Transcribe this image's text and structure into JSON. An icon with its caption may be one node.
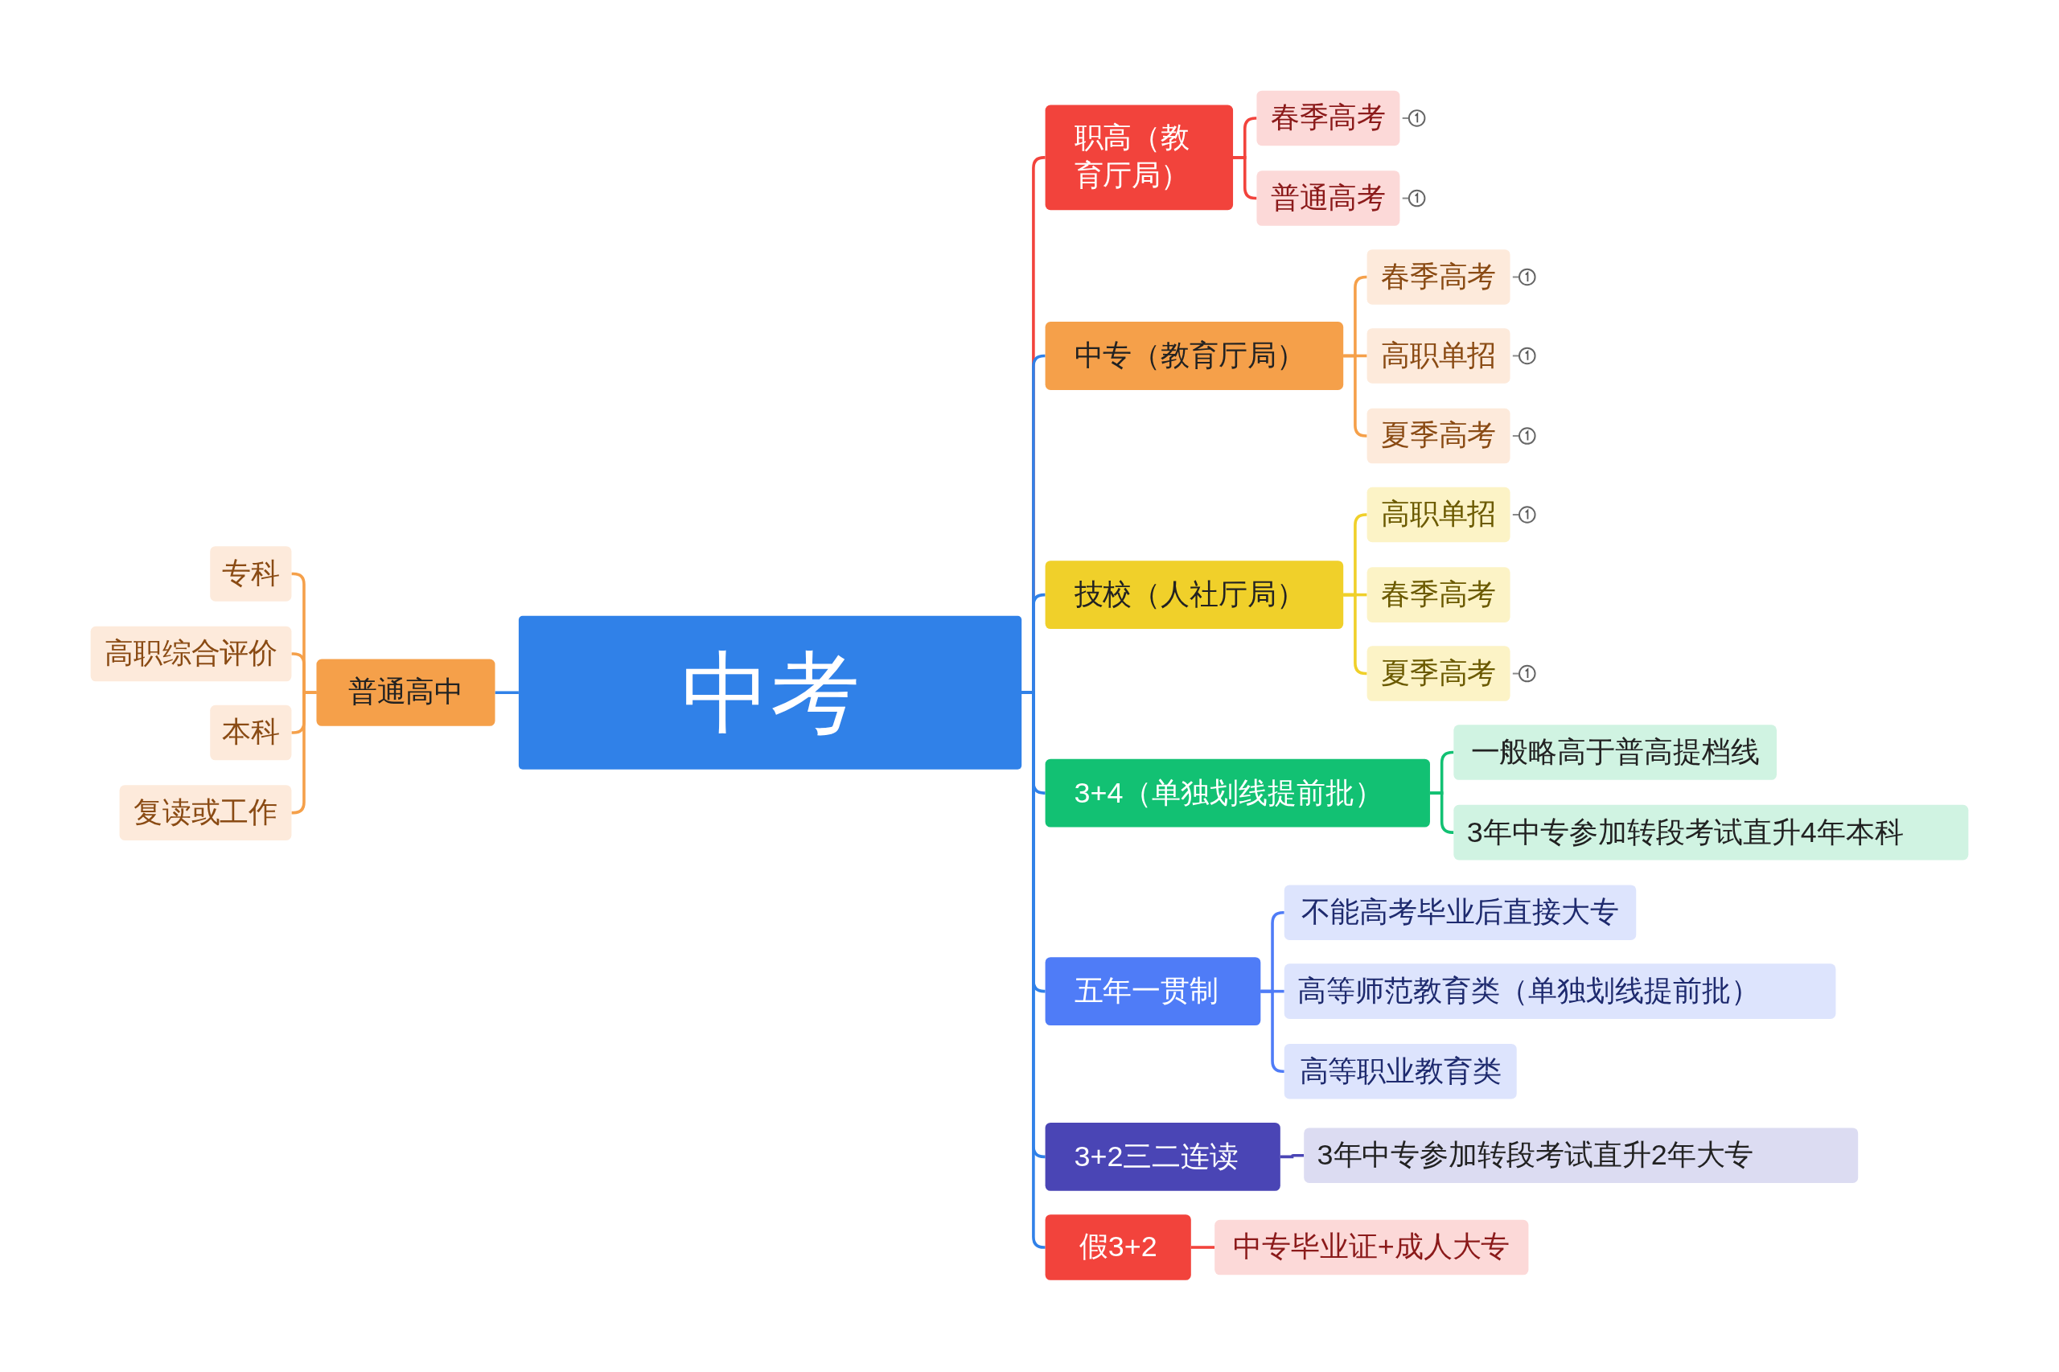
{
  "diagram": {
    "nodes": [
      {
        "text": [
          "中考"
        ]
      },
      {
        "text": [
          "普通高中"
        ]
      },
      {
        "text": [
          "专科"
        ]
      },
      {
        "text": [
          "高职综合评价"
        ]
      },
      {
        "text": [
          "本科"
        ]
      },
      {
        "text": [
          "复读或工作"
        ]
      },
      {
        "text": [
          "职高（教育厅局）"
        ]
      },
      {
        "text": [
          "春季高考"
        ]
      },
      {
        "text": [
          "普通高考"
        ]
      },
      {
        "text": [
          "中专（教育厅局）"
        ]
      },
      {
        "text": [
          "春季高考"
        ]
      },
      {
        "text": [
          "高职单招"
        ]
      },
      {
        "text": [
          "夏季高考"
        ]
      },
      {
        "text": [
          "技校（人社厅局）"
        ]
      },
      {
        "text": [
          "高职单招"
        ]
      },
      {
        "text": [
          "春季高考"
        ]
      },
      {
        "text": [
          "夏季高考"
        ]
      },
      {
        "text": [
          "3+4（单独划线提前批）"
        ]
      },
      {
        "text": [
          "一般略高于普高提档线"
        ]
      },
      {
        "text": [
          "3年中专参加转段考试直升4年本科"
        ]
      },
      {
        "text": [
          "五年一贯制"
        ]
      },
      {
        "text": [
          "不能高考毕业后直接大专"
        ]
      },
      {
        "text": [
          "高等师范教育类（单独划线提前批）"
        ]
      },
      {
        "text": [
          "高等职业教育类"
        ]
      },
      {
        "text": [
          "3+2三二连读"
        ]
      },
      {
        "text": [
          "3年中专参加转段考试直升2年大专"
        ]
      },
      {
        "text": [
          "假3+2"
        ]
      },
      {
        "text": [
          "中专毕业证+成人大专"
        ]
      }
    ],
    "edges": [
      {
        "from": 0,
        "to": 1,
        "arrow": "none",
        "color": "#3081e8"
      },
      {
        "from": 1,
        "to": 2,
        "arrow": "none",
        "color": "#f5a04a"
      },
      {
        "from": 1,
        "to": 3,
        "arrow": "none",
        "color": "#f5a04a"
      },
      {
        "from": 1,
        "to": 4,
        "arrow": "none",
        "color": "#f5a04a"
      },
      {
        "from": 1,
        "to": 5,
        "arrow": "none",
        "color": "#f5a04a"
      },
      {
        "from": 0,
        "to": 6,
        "arrow": "none",
        "color": "#f2433c"
      },
      {
        "from": 0,
        "to": 9,
        "arrow": "none",
        "color": "#3081e8"
      },
      {
        "from": 0,
        "to": 13,
        "arrow": "none",
        "color": "#3081e8"
      },
      {
        "from": 0,
        "to": 17,
        "arrow": "none",
        "color": "#3081e8"
      },
      {
        "from": 0,
        "to": 20,
        "arrow": "none",
        "color": "#3081e8"
      },
      {
        "from": 0,
        "to": 24,
        "arrow": "none",
        "color": "#3081e8"
      },
      {
        "from": 0,
        "to": 26,
        "arrow": "none",
        "color": "#3081e8"
      },
      {
        "from": 6,
        "to": 7,
        "arrow": "none",
        "color": "#f2433c"
      },
      {
        "from": 6,
        "to": 8,
        "arrow": "none",
        "color": "#f2433c"
      },
      {
        "from": 9,
        "to": 10,
        "arrow": "none",
        "color": "#f5a04a"
      },
      {
        "from": 9,
        "to": 11,
        "arrow": "none",
        "color": "#f5a04a"
      },
      {
        "from": 9,
        "to": 12,
        "arrow": "none",
        "color": "#f5a04a"
      },
      {
        "from": 13,
        "to": 14,
        "arrow": "none",
        "color": "#f0d02a"
      },
      {
        "from": 13,
        "to": 15,
        "arrow": "none",
        "color": "#f0d02a"
      },
      {
        "from": 13,
        "to": 16,
        "arrow": "none",
        "color": "#f0d02a"
      },
      {
        "from": 17,
        "to": 18,
        "arrow": "none",
        "color": "#12c173"
      },
      {
        "from": 17,
        "to": 19,
        "arrow": "none",
        "color": "#12c173"
      },
      {
        "from": 20,
        "to": 21,
        "arrow": "none",
        "color": "#4f7cf7"
      },
      {
        "from": 20,
        "to": 22,
        "arrow": "none",
        "color": "#4f7cf7"
      },
      {
        "from": 20,
        "to": 23,
        "arrow": "none",
        "color": "#4f7cf7"
      },
      {
        "from": 24,
        "to": 25,
        "arrow": "none",
        "color": "#4a45b5"
      },
      {
        "from": 26,
        "to": 27,
        "arrow": "none",
        "color": "#f2433c"
      }
    ]
  }
}
